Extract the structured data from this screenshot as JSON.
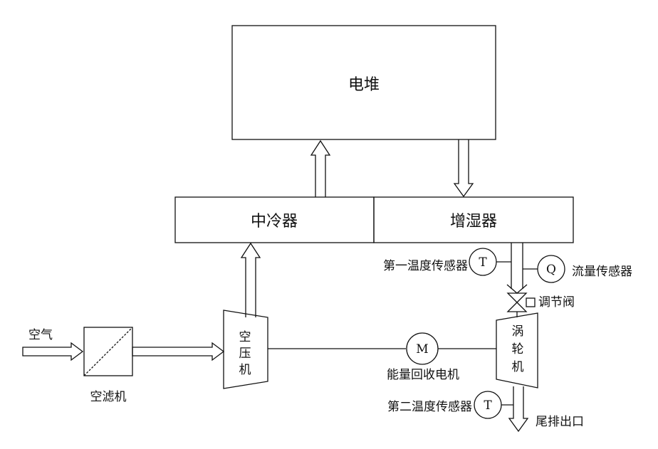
{
  "stack": {
    "label": "电堆"
  },
  "intercooler": {
    "label": "中冷器"
  },
  "humidifier": {
    "label": "增湿器"
  },
  "air": {
    "label": "空气"
  },
  "air_filter": {
    "label": "空滤机"
  },
  "compressor": {
    "chars": [
      "空",
      "压",
      "机"
    ]
  },
  "turbine": {
    "chars": [
      "涡",
      "轮",
      "机"
    ]
  },
  "temp_sensor_1": {
    "label": "第一温度传感器",
    "symbol": "T"
  },
  "flow_sensor": {
    "label": "流量传感器",
    "symbol": "Q"
  },
  "valve": {
    "label": "调节阀"
  },
  "motor": {
    "label": "能量回收电机",
    "symbol": "M"
  },
  "temp_sensor_2": {
    "label": "第二温度传感器",
    "symbol": "T"
  },
  "exhaust": {
    "label": "尾排出口"
  },
  "colors": {
    "stroke": "#111111",
    "background": "#ffffff"
  }
}
